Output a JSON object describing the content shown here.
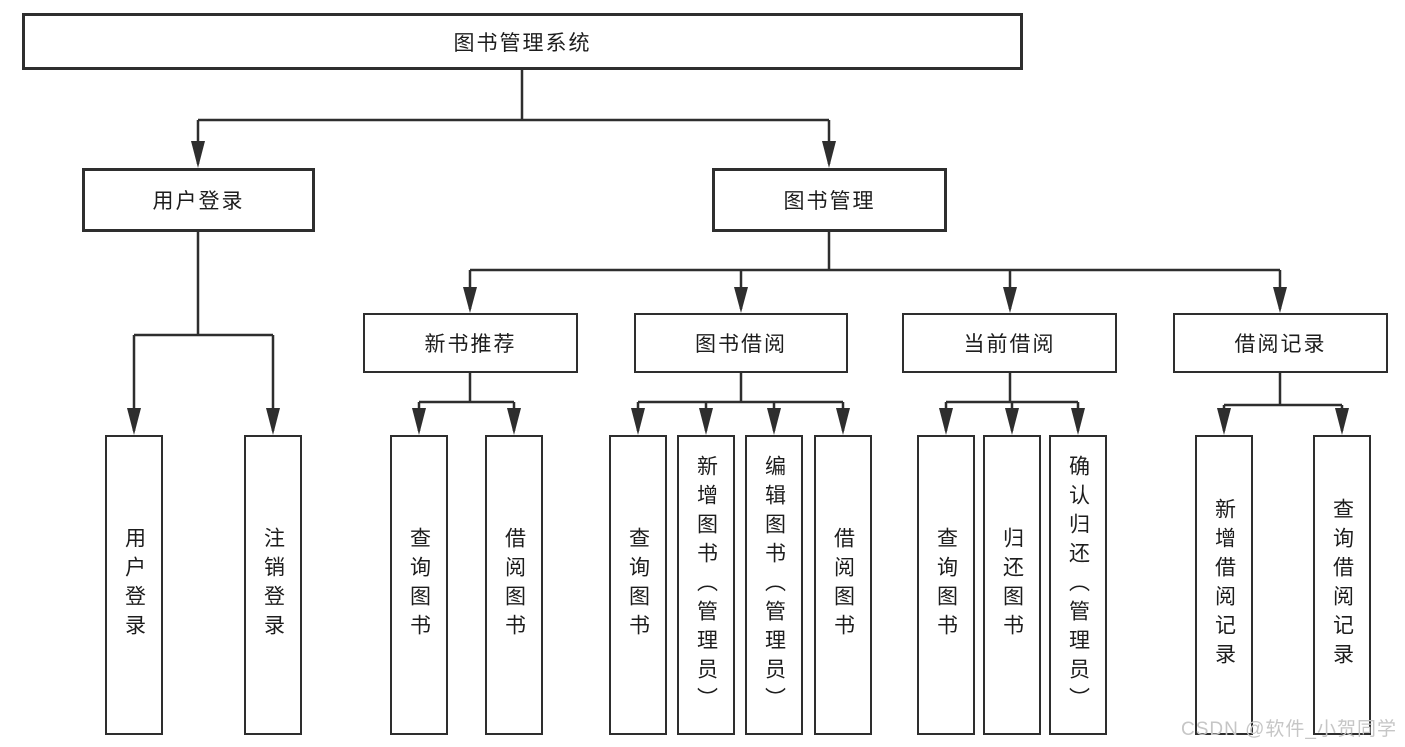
{
  "diagram_title": "图书管理系统",
  "colors": {
    "line": "#2e2e2e",
    "text": "#1d1d1d",
    "background": "#ffffff",
    "watermark": "#c6c6c6"
  },
  "tree": {
    "label": "图书管理系统",
    "children": [
      {
        "label": "用户登录",
        "children": [
          {
            "label": "用户登录"
          },
          {
            "label": "注销登录"
          }
        ]
      },
      {
        "label": "图书管理",
        "children": [
          {
            "label": "新书推荐",
            "children": [
              {
                "label": "查询图书"
              },
              {
                "label": "借阅图书"
              }
            ]
          },
          {
            "label": "图书借阅",
            "children": [
              {
                "label": "查询图书"
              },
              {
                "label": "新增图书（管理员）"
              },
              {
                "label": "编辑图书（管理员）"
              },
              {
                "label": "借阅图书"
              }
            ]
          },
          {
            "label": "当前借阅",
            "children": [
              {
                "label": "查询图书"
              },
              {
                "label": "归还图书"
              },
              {
                "label": "确认归还（管理员）"
              }
            ]
          },
          {
            "label": "借阅记录",
            "children": [
              {
                "label": "新增借阅记录"
              },
              {
                "label": "查询借阅记录"
              }
            ]
          }
        ]
      }
    ]
  },
  "watermark": {
    "text": "CSDN @软件_小贺同学"
  }
}
